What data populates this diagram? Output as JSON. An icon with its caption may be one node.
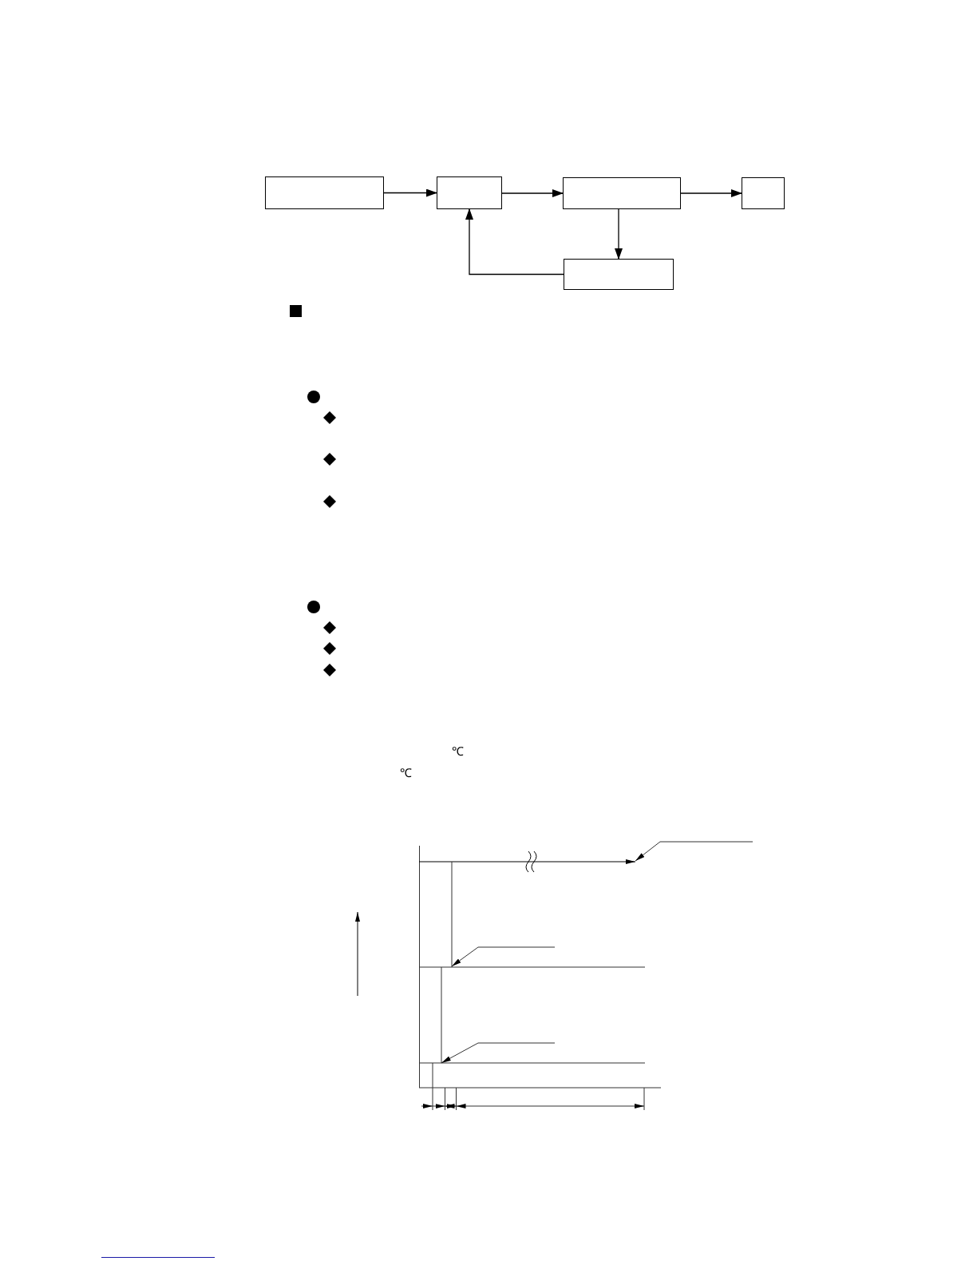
{
  "diagram": {
    "nodes": [
      {
        "text": [],
        "shape": "box"
      },
      {
        "text": [],
        "shape": "box"
      },
      {
        "text": [],
        "shape": "box"
      },
      {
        "text": [],
        "shape": "box"
      },
      {
        "text": [],
        "shape": "box"
      }
    ],
    "edges": [
      {
        "from": 0,
        "to": 1,
        "arrow": "to"
      },
      {
        "from": 1,
        "to": 2,
        "arrow": "to"
      },
      {
        "from": 2,
        "to": 3,
        "arrow": "to"
      },
      {
        "from": 2,
        "to": 4,
        "arrow": "to"
      },
      {
        "from": 4,
        "to": 1,
        "arrow": "to"
      }
    ],
    "labels": [
      "℃",
      "℃"
    ]
  }
}
